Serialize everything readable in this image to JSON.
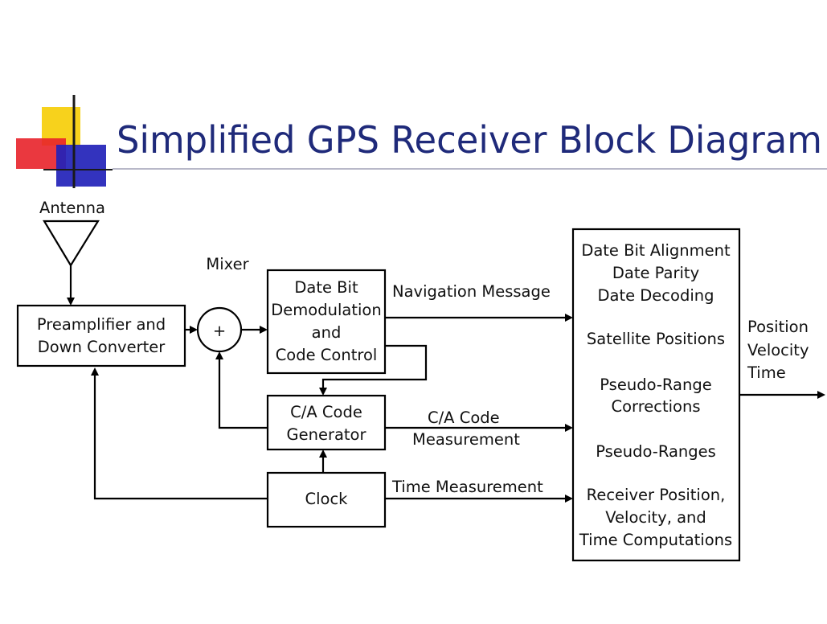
{
  "title": "Simplified GPS Receiver Block Diagram",
  "colors": {
    "title": "#1f2a7a",
    "deco_yellow": "#f7d21c",
    "deco_red": "#e8222a",
    "deco_blue": "#2222b8"
  },
  "labels": {
    "antenna": "Antenna",
    "mixer": "Mixer",
    "mixer_symbol": "+",
    "navigation_message": "Navigation Message",
    "ca_code_measurement": [
      "C/A Code",
      "Measurement"
    ],
    "time_measurement": "Time Measurement",
    "output": [
      "Position",
      "Velocity",
      "Time"
    ]
  },
  "blocks": {
    "preamp": [
      "Preamplifier and",
      "Down Converter"
    ],
    "demod": [
      "Date Bit",
      "Demodulation",
      "and",
      "Code Control"
    ],
    "ca_gen": [
      "C/A Code",
      "Generator"
    ],
    "clock": [
      "Clock"
    ],
    "processor": [
      "Date Bit Alignment",
      "Date Parity",
      "Date Decoding",
      "",
      "Satellite Positions",
      "",
      "Pseudo-Range",
      "Corrections",
      "",
      "Pseudo-Ranges",
      "",
      "Receiver Position,",
      "Velocity,  and",
      "Time Computations"
    ]
  }
}
